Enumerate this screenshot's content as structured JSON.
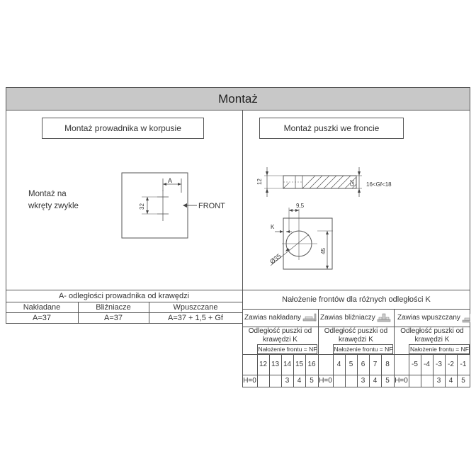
{
  "title": "Montaż",
  "left": {
    "section_title": "Montaż prowadnika w korpusie",
    "mount_note_line1": "Montaż na",
    "mount_note_line2": "wkręty zwykle",
    "dim_a": "A",
    "dim_32": "32",
    "front_label": "FRONT"
  },
  "right": {
    "section_title": "Montaż puszki we froncie",
    "dim_12": "12",
    "dim_gf": "Gf",
    "range_label": "16<Gf<18",
    "dim_95": "9,5",
    "dim_k": "K",
    "dim_45": "45",
    "dim_phi35": "Ø35"
  },
  "distance_table": {
    "title": "A- odległości prowadnika od krawędzi",
    "headers": [
      "Nakładane",
      "Bliźniacze",
      "Wpuszczane"
    ],
    "values": [
      "A=37",
      "A=37",
      "A=37 + 1,5 + Gf"
    ]
  },
  "overlay_table": {
    "title": "Nałożenie frontów dla różnych odległości K",
    "groups": [
      {
        "name": "Zawias nakładany",
        "k_label_line1": "Odległość puszki od",
        "k_label_line2": "krawędzi  K",
        "nf_label": "Nałożenie frontu = NF",
        "k_values": [
          "12",
          "13",
          "14",
          "15",
          "16"
        ],
        "h_label": "H=0",
        "nf_values": [
          "",
          "",
          "3",
          "4",
          "5"
        ]
      },
      {
        "name": "Zawias bliźniaczy",
        "k_label_line1": "Odległość puszki od",
        "k_label_line2": "krawędzi  K",
        "nf_label": "Nałożenie frontu = NF",
        "k_values": [
          "4",
          "5",
          "6",
          "7",
          "8"
        ],
        "h_label": "H=0",
        "nf_values": [
          "",
          "",
          "3",
          "4",
          "5"
        ]
      },
      {
        "name": "Zawias wpuszczany",
        "k_label_line1": "Odległość puszki od",
        "k_label_line2": "krawędzi  K",
        "nf_label": "Nałożenie frontu = NF",
        "k_values": [
          "-5",
          "-4",
          "-3",
          "-2",
          "-1"
        ],
        "h_label": "H=0",
        "nf_values": [
          "",
          "",
          "3",
          "4",
          "5"
        ]
      }
    ]
  }
}
